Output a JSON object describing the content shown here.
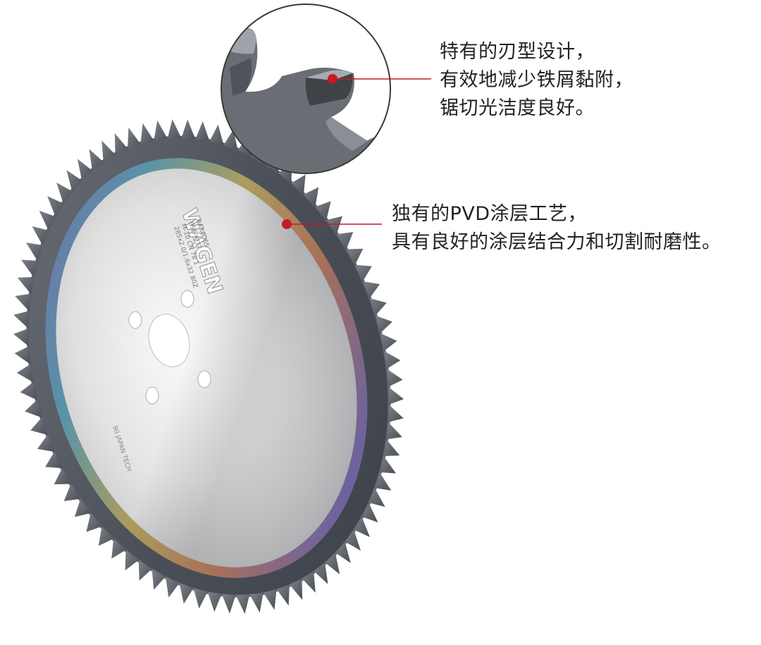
{
  "callouts": [
    {
      "lines": [
        "特有的刃型设计，",
        "有效地减少铁屑黏附，",
        "锯切光洁度良好。"
      ]
    },
    {
      "lines": [
        "独有的PVD涂层工艺，",
        "具有良好的涂层结合力和切割耐磨性。"
      ]
    }
  ],
  "product": {
    "brand": "WAGEN",
    "engraving": [
      "285x2.0/1.6x32 80Z",
      "M-10 CN 78 1",
      "BSE-K/17",
      "BAR0065"
    ],
    "origin_mark": "90 JAPAN TECH"
  },
  "colors": {
    "accent": "#c41a2a",
    "steel_light": "#eeeeee",
    "steel_dark": "#4f5560",
    "text": "#222222"
  }
}
